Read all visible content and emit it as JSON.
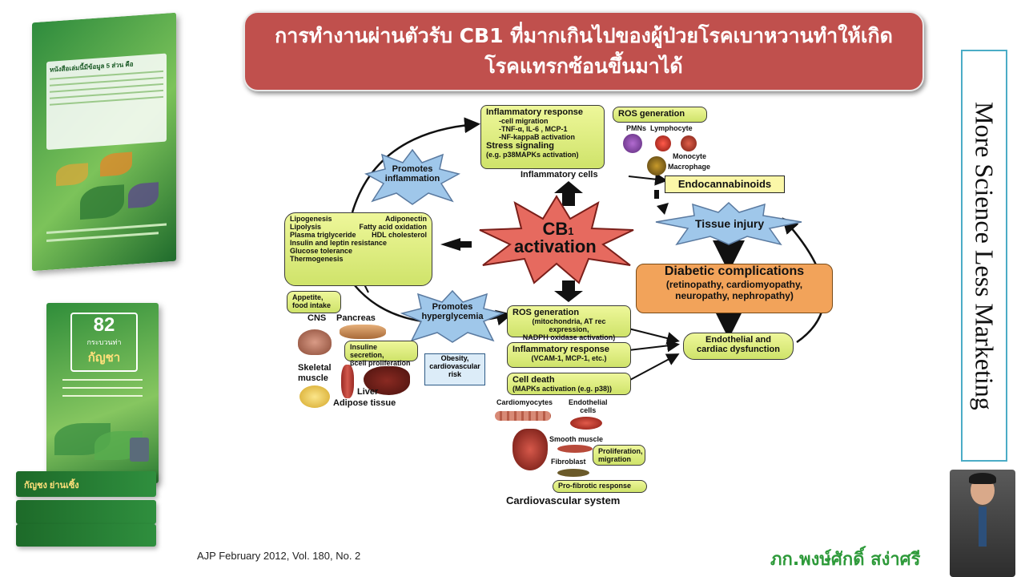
{
  "title": {
    "line1": "การทำงานผ่านตัวรับ CB1 ที่มากเกินไปของผู้ป่วยโรคเบาหวานทำให้เกิด",
    "line2": "โรคแทรกซ้อนขึ้นมาได้"
  },
  "side_label": "More Science Less Marketing",
  "citation": "AJP February 2012, Vol. 180, No. 2",
  "author": "ภก.พงษ์ศักดิ์ สง่าศรี",
  "books": {
    "top_heading": "หนังสือเล่มนี้มีข้อมูล 5 ส่วน คือ",
    "cover_number": "82",
    "cover_subtitle": "กระบวนท่า",
    "cover_title": "กัญชา",
    "cover_tagline": "กัญชง ย่านเซิ้ง"
  },
  "diagram": {
    "center": {
      "line1": "CB",
      "sub": "1",
      "line2": "activation"
    },
    "inflammatory_response_top": {
      "title": "Inflammatory response",
      "items": [
        "-cell migration",
        "-TNF-α, IL-6 , MCP-1",
        "-NF-kappaB activation"
      ],
      "stress_title": "Stress signaling",
      "stress_note": "(e.g. p38MAPKs activation)"
    },
    "ros_top": "ROS generation",
    "cells_top": {
      "pmns": "PMNs",
      "lymphocyte": "Lymphocyte",
      "monocyte": "Monocyte",
      "macrophage": "Macrophage"
    },
    "inflammatory_cells": "Inflammatory cells",
    "endocannabinoids": "Endocannabinoids",
    "promotes_inflammation": {
      "line1": "Promotes",
      "line2": "inflammation"
    },
    "tissue_injury": "Tissue injury",
    "metabolic": {
      "rows": [
        [
          "Lipogenesis",
          "Adiponectin"
        ],
        [
          "Lipolysis",
          "Fatty acid oxidation"
        ],
        [
          "Plasma triglyceride",
          "HDL cholesterol"
        ],
        [
          "Insulin and leptin resistance",
          ""
        ],
        [
          "Glucose tolerance",
          ""
        ],
        [
          "Thermogenesis",
          ""
        ]
      ]
    },
    "diabetic_complications": {
      "title": "Diabetic complications",
      "line2": "(retinopathy, cardiomyopathy,",
      "line3": "neuropathy, nephropathy)"
    },
    "appetite": {
      "line1": "Appetite,",
      "line2": "food intake"
    },
    "cns": "CNS",
    "pancreas": "Pancreas",
    "promotes_hyperglycemia": {
      "line1": "Promotes",
      "line2": "hyperglycemia"
    },
    "insulin_secretion": {
      "line1": "Insuline secretion,",
      "line2": "βcell proliferation"
    },
    "skeletal_muscle": {
      "line1": "Skeletal",
      "line2": "muscle"
    },
    "liver": "Liver",
    "adipose": "Adipose tissue",
    "obesity": {
      "line1": "Obesity,",
      "line2": "cardiovascular",
      "line3": "risk"
    },
    "ros_mid": {
      "title": "ROS generation",
      "line2": "(mitochondria, AT rec expression,",
      "line3": "NADPH oxidase activation)"
    },
    "inflam_mid": {
      "title": "Inflammatory response",
      "line2": "(VCAM-1, MCP-1, etc.)"
    },
    "cell_death": {
      "title": "Cell death",
      "line2": "(MAPKs activation (e.g. p38))"
    },
    "endothelial": {
      "line1": "Endothelial and",
      "line2": "cardiac dysfunction"
    },
    "cardiomyocytes": "Cardiomyocytes",
    "endothelial_cells": {
      "line1": "Endothelial",
      "line2": "cells"
    },
    "smooth_muscle": "Smooth muscle",
    "fibroblast": "Fibroblast",
    "proliferation": {
      "line1": "Proliferation,",
      "line2": "migration"
    },
    "profibrotic": "Pro-fibrotic response",
    "cardiovascular_system": "Cardiovascular system"
  },
  "colors": {
    "title_bg": "#c0504d",
    "author_green": "#2e9a3a",
    "side_border": "#4bacc6",
    "box_yellow": "#dde97a",
    "complication_orange": "#f2a35a"
  }
}
